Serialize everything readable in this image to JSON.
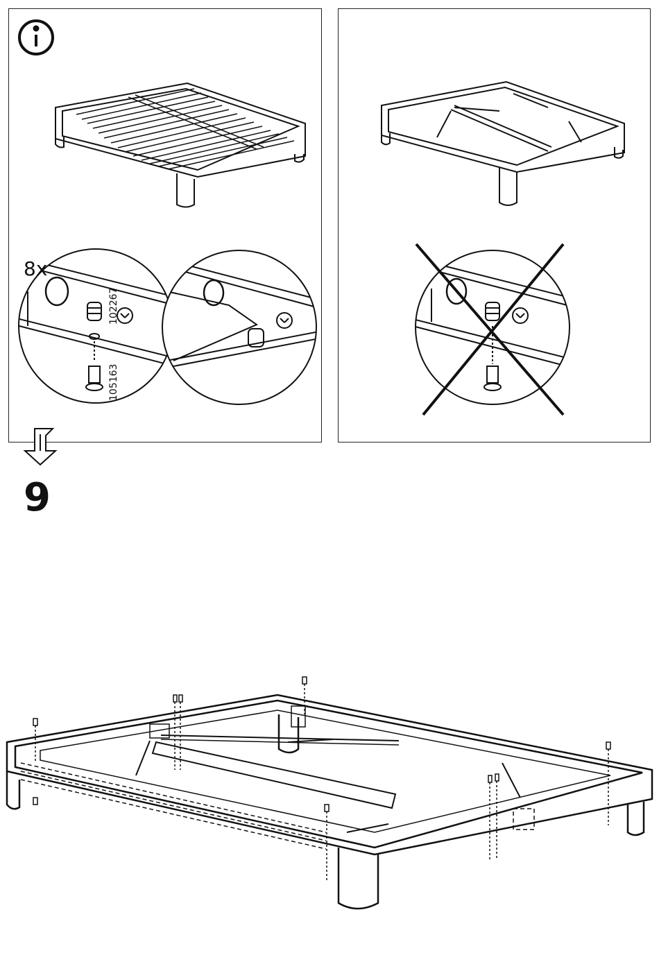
{
  "info_panel": {
    "icon": "info-icon",
    "quantity": "8x",
    "part_numbers": [
      "102267",
      "105163"
    ]
  },
  "warning_panel": {
    "icon": "cross-out-icon"
  },
  "navigation": {
    "icon": "next-step-arrow-icon"
  },
  "step": {
    "number": "9"
  }
}
